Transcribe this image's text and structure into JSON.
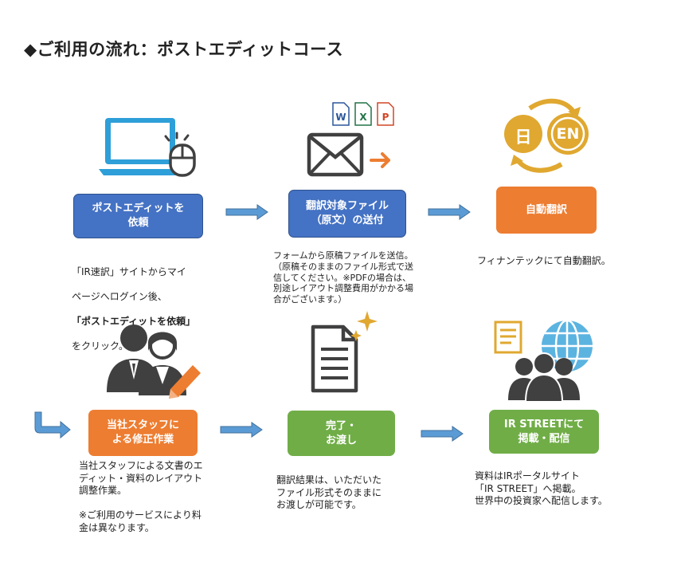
{
  "title": "◆ご利用の流れ：ポストエディットコース",
  "colors": {
    "blue": "#4472c4",
    "orange": "#ed7d31",
    "green": "#70ad47",
    "arrow": "#5b9bd5",
    "icon_dark": "#404040",
    "icon_gold": "#e0a830"
  },
  "steps": [
    {
      "label": "ポストエディットを\n依頼",
      "desc_lines": [
        "「IR速訳」サイトからマイ",
        "ページへログイン後、"
      ],
      "desc_bold": "「ポストエディットを依頼」",
      "desc_tail": "をクリック。",
      "icon": "laptop-mouse-icon"
    },
    {
      "label": "翻訳対象ファイル\n（原文）の送付",
      "desc": "フォームから原稿ファイルを送信。\n（原稿そのままのファイル形式で送\n信してください。※PDFの場合は、\n別途レイアウト調整費用がかかる場\n合がございます。）",
      "icon": "envelope-files-icon",
      "file_badges": [
        "W",
        "X",
        "P"
      ]
    },
    {
      "label": "自動翻訳",
      "desc": "フィナンテックにて自動翻訳。",
      "icon": "language-swap-icon",
      "lang_badges": [
        "日",
        "EN"
      ]
    },
    {
      "label": "当社スタッフに\nよる修正作業",
      "desc": "当社スタッフによる文書のエ\nディット・資料のレイアウト\n調整作業。\n\n※ご利用のサービスにより料\n金は異なります。",
      "icon": "staff-pencil-icon"
    },
    {
      "label": "完了・\nお渡し",
      "desc": "翻訳結果は、いただいた\nファイル形式そのままに\nお渡しが可能です。",
      "icon": "document-sparkle-icon"
    },
    {
      "label": "IR STREETにて\n掲載・配信",
      "desc": "資料はIRポータルサイト\n「IR STREET」へ掲載。\n世界中の投資家へ配信します。",
      "icon": "globe-investors-icon"
    }
  ]
}
